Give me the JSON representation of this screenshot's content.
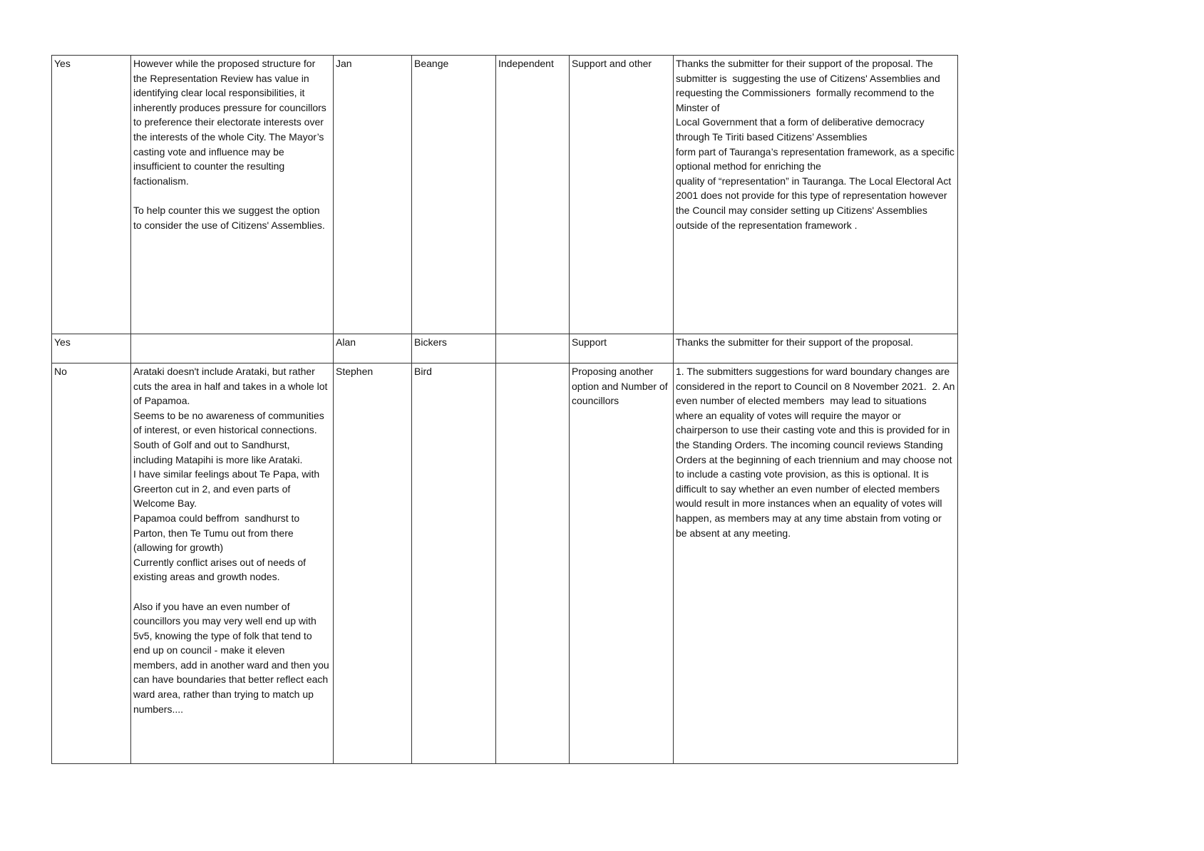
{
  "rows": [
    {
      "answer": "Yes",
      "comment": "However while the proposed structure for the Representation Review has value in identifying clear local responsibilities, it inherently produces pressure for councillors to preference their electorate interests over the interests of the whole City. The Mayor’s casting vote and influence may be insufficient to counter the resulting factionalism.\n\nTo help counter this we suggest the option to consider the use of Citizens' Assemblies.",
      "first_name": "Jan",
      "last_name": "Beange",
      "organisation": "Independent",
      "position": "Support and other",
      "response": "Thanks the submitter for their support of the proposal. The submitter is  suggesting the use of Citizens' Assemblies and requesting the Commissioners  formally recommend to the Minster of\nLocal Government that a form of deliberative democracy through Te Tiriti based Citizens’ Assemblies\nform part of Tauranga’s representation framework, as a specific optional method for enriching the\nquality of “representation” in Tauranga. The Local Electoral Act 2001 does not provide for this type of representation however the Council may consider setting up Citizens' Assemblies outside of the representation framework ."
    },
    {
      "answer": "Yes",
      "comment": "",
      "first_name": "Alan",
      "last_name": "Bickers",
      "organisation": "",
      "position": "Support",
      "response": "Thanks the submitter for their support of the proposal."
    },
    {
      "answer": "No",
      "comment": "Arataki doesn't include Arataki, but rather cuts the area in half and takes in a whole lot of Papamoa.\nSeems to be no awareness of communities of interest, or even historical connections.\nSouth of Golf and out to Sandhurst, including Matapihi is more like Arataki.\nI have similar feelings about Te Papa, with Greerton cut in 2, and even parts of Welcome Bay.\nPapamoa could beffrom  sandhurst to Parton, then Te Tumu out from there (allowing for growth)\nCurrently conflict arises out of needs of existing areas and growth nodes.\n\nAlso if you have an even number of councillors you may very well end up with 5v5, knowing the type of folk that tend to end up on council - make it eleven members, add in another ward and then you can have boundaries that better reflect each ward area, rather than trying to match up numbers....",
      "first_name": "Stephen",
      "last_name": "Bird",
      "organisation": "",
      "position": "Proposing another option and Number of councillors",
      "response": "1. The submitters suggestions for ward boundary changes are considered in the report to Council on 8 November 2021.  2. An even number of elected members  may lead to situations where an equality of votes will require the mayor or chairperson to use their casting vote and this is provided for in the Standing Orders. The incoming council reviews Standing Orders at the beginning of each triennium and may choose not to include a casting vote provision, as this is optional. It is difficult to say whether an even number of elected members would result in more instances when an equality of votes will happen, as members may at any time abstain from voting or be absent at any meeting."
    }
  ]
}
